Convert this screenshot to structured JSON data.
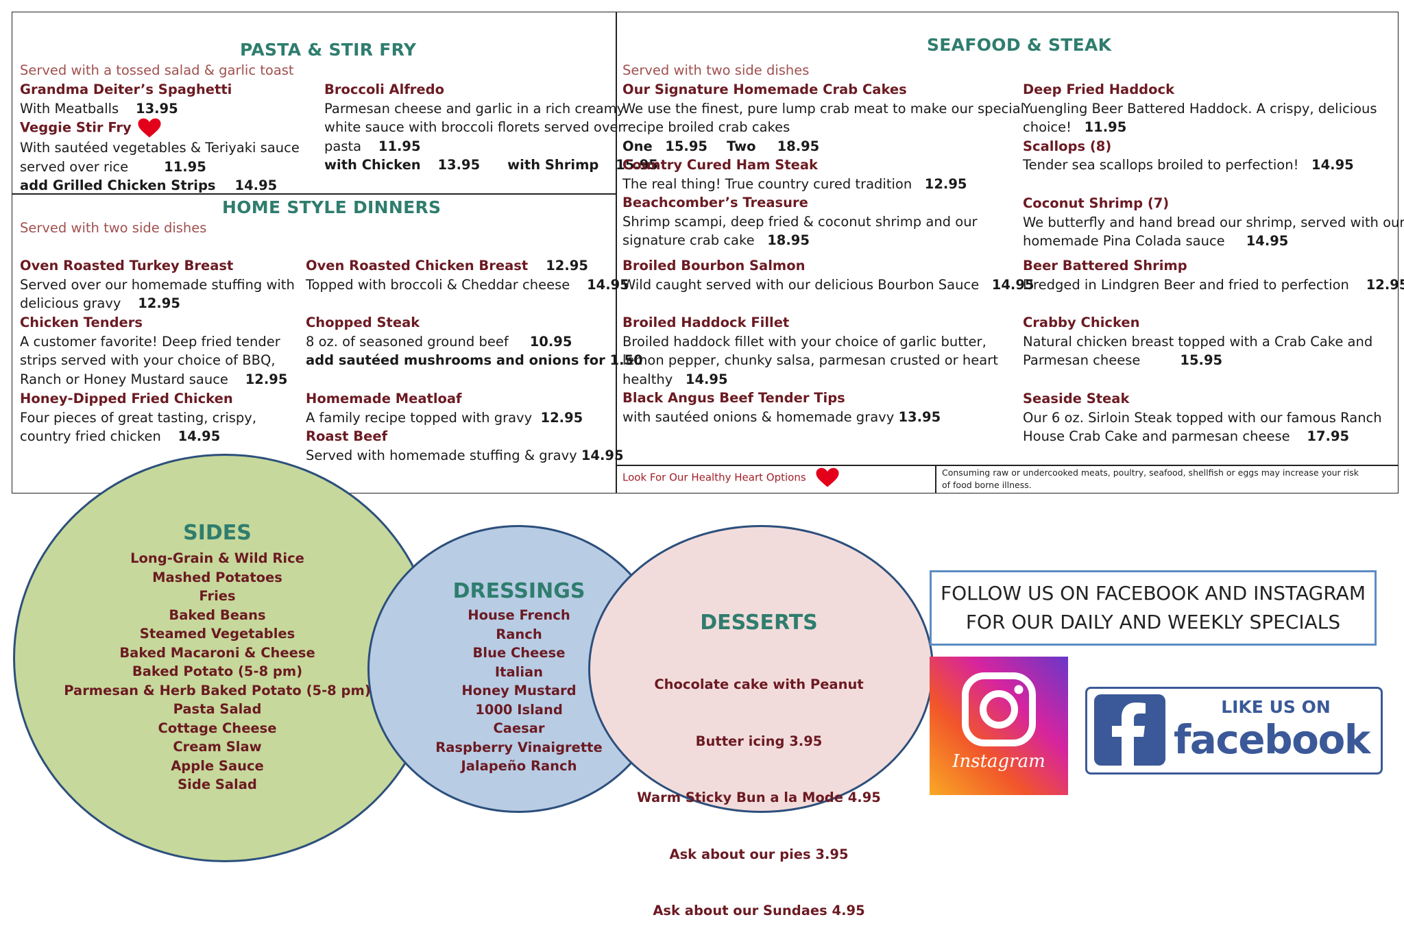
{
  "pasta": {
    "heading": "PASTA & STIR FRY",
    "subheading": "Served with a tossed salad & garlic toast",
    "spaghetti": {
      "title": "Grandma Deiter’s Spaghetti",
      "line1": "With Meatballs",
      "price": "13.95"
    },
    "veggie": {
      "title": "Veggie Stir Fry",
      "line1": "With sautéed vegetables & Teriyaki sauce",
      "line2": "served over rice",
      "price": "11.95",
      "addon": "add Grilled Chicken Strips",
      "addon_price": "14.95"
    },
    "broccoli": {
      "title": "Broccoli Alfredo",
      "line1": "Parmesan cheese and garlic in a rich creamy",
      "line2": "white sauce with broccoli florets served over",
      "line3": "pasta",
      "price": "11.95",
      "opt1": "with Chicken",
      "opt1_price": "13.95",
      "opt2": "with Shrimp",
      "opt2_price": "15.95"
    }
  },
  "home": {
    "heading": "HOME STYLE DINNERS",
    "subheading": "Served with two side dishes",
    "turkey": {
      "title": "Oven Roasted Turkey Breast",
      "line1": "Served over our homemade stuffing with",
      "line2": "delicious gravy",
      "price": "12.95"
    },
    "tenders": {
      "title": "Chicken Tenders",
      "line1": "A customer favorite! Deep fried tender",
      "line2": "strips served with your choice of BBQ,",
      "line3": "Ranch or Honey Mustard sauce",
      "price": "12.95"
    },
    "honey": {
      "title": "Honey-Dipped Fried Chicken",
      "line1": "Four pieces of great tasting, crispy,",
      "line2": "country fried chicken",
      "price": "14.95"
    },
    "chicken_breast": {
      "title": "Oven Roasted Chicken Breast",
      "title_price": "12.95",
      "line1": "Topped with broccoli & Cheddar cheese",
      "price": "14.95"
    },
    "chopped": {
      "title": "Chopped Steak",
      "line1": "8 oz. of seasoned ground beef",
      "price": "10.95",
      "addon": "add sautéed mushrooms and onions for 1.50"
    },
    "meatloaf": {
      "title": "Homemade Meatloaf",
      "line1": "A family recipe topped with gravy",
      "price": "12.95"
    },
    "roast": {
      "title": "Roast Beef",
      "line1": "Served with homemade stuffing & gravy",
      "price": "14.95"
    }
  },
  "seafood": {
    "heading": "SEAFOOD & STEAK",
    "subheading": "Served with two side dishes",
    "crab": {
      "title": "Our Signature Homemade Crab Cakes",
      "line1": "We use the finest, pure lump crab meat to make our special",
      "line2": "recipe broiled crab cakes",
      "one": "One",
      "one_price": "15.95",
      "two": "Two",
      "two_price": "18.95"
    },
    "ham": {
      "title": "Country Cured Ham Steak",
      "line1": "The real thing! True country cured tradition",
      "price": "12.95"
    },
    "beach": {
      "title": "Beachcomber’s Treasure",
      "line1": "Shrimp scampi, deep fried & coconut shrimp and our",
      "line2": "signature crab cake",
      "price": "18.95"
    },
    "salmon": {
      "title": "Broiled Bourbon Salmon",
      "line1": "Wild caught served with our delicious Bourbon Sauce",
      "price": "14.95"
    },
    "haddock_fillet": {
      "title": "Broiled Haddock Fillet",
      "line1": "Broiled haddock fillet with your choice of garlic butter,",
      "line2": "lemon pepper, chunky salsa, parmesan crusted or heart",
      "line3": "healthy",
      "price": "14.95"
    },
    "angus": {
      "title": "Black Angus Beef Tender Tips",
      "line1": "with sautéed onions & homemade gravy",
      "price": "13.95"
    },
    "fried_haddock": {
      "title": "Deep Fried Haddock",
      "line1": "Yuengling Beer Battered Haddock. A crispy, delicious",
      "line2": "choice!",
      "price": "11.95"
    },
    "scallops": {
      "title": "Scallops (8)",
      "line1": "Tender sea scallops broiled to perfection!",
      "price": "14.95"
    },
    "coconut": {
      "title": "Coconut Shrimp (7)",
      "line1": "We butterfly and hand bread our shrimp, served with our",
      "line2": "homemade Pina Colada sauce",
      "price": "14.95"
    },
    "beer_shrimp": {
      "title": "Beer Battered Shrimp",
      "line1": "Dredged in Lindgren Beer and fried to perfection",
      "price": "12.95"
    },
    "crabby": {
      "title": "Crabby Chicken",
      "line1": "Natural chicken breast topped with a Crab Cake and",
      "line2": "Parmesan cheese",
      "price": "15.95"
    },
    "seaside": {
      "title": "Seaside Steak",
      "line1": "Our 6 oz. Sirloin Steak topped with our famous Ranch",
      "line2": "House Crab Cake and parmesan cheese",
      "price": "17.95"
    },
    "healthy_note": "Look For Our Healthy Heart Options",
    "warning_line1": "Consuming raw or undercooked meats, poultry, seafood, shellfish or eggs may increase your risk",
    "warning_line2": "of food borne illness."
  },
  "sides": {
    "heading": "SIDES",
    "items": [
      "Long-Grain & Wild Rice",
      "Mashed Potatoes",
      "Fries",
      "Baked Beans",
      "Steamed Vegetables",
      "Baked Macaroni & Cheese",
      "Baked Potato (5-8 pm)",
      "Parmesan & Herb Baked Potato (5-8 pm)",
      "Pasta Salad",
      "Cottage Cheese",
      "Cream Slaw",
      "Apple Sauce",
      "Side Salad"
    ]
  },
  "dressings": {
    "heading": "DRESSINGS",
    "items": [
      "House French",
      "Ranch",
      "Blue Cheese",
      "Italian",
      "Honey Mustard",
      "1000 Island",
      "Caesar",
      "Raspberry Vinaigrette",
      "Jalapeño Ranch"
    ]
  },
  "desserts": {
    "heading": "DESSERTS",
    "items": [
      "Chocolate cake with Peanut",
      "Butter icing   3.95",
      "Warm Sticky Bun a la Mode 4.95",
      "Ask about our pies  3.95",
      "Ask about our Sundaes  4.95"
    ]
  },
  "social": {
    "follow_line1": "FOLLOW US ON FACEBOOK AND INSTAGRAM",
    "follow_line2": "FOR OUR DAILY AND WEEKLY SPECIALS",
    "instagram_label": "Instagram",
    "fb_like": "LIKE US ON",
    "fb_word": "facebook"
  },
  "colors": {
    "heading": "#2f7d6e",
    "item_title": "#6b1a22",
    "subheading": "#a0504f",
    "sides_bg": "#c6d89b",
    "dressings_bg": "#b8cce4",
    "desserts_bg": "#f2dcdb",
    "heart": "#e3001b",
    "facebook": "#3b5998"
  },
  "icons": {
    "heart": "heart-icon",
    "instagram": "instagram-icon",
    "facebook": "facebook-icon"
  }
}
